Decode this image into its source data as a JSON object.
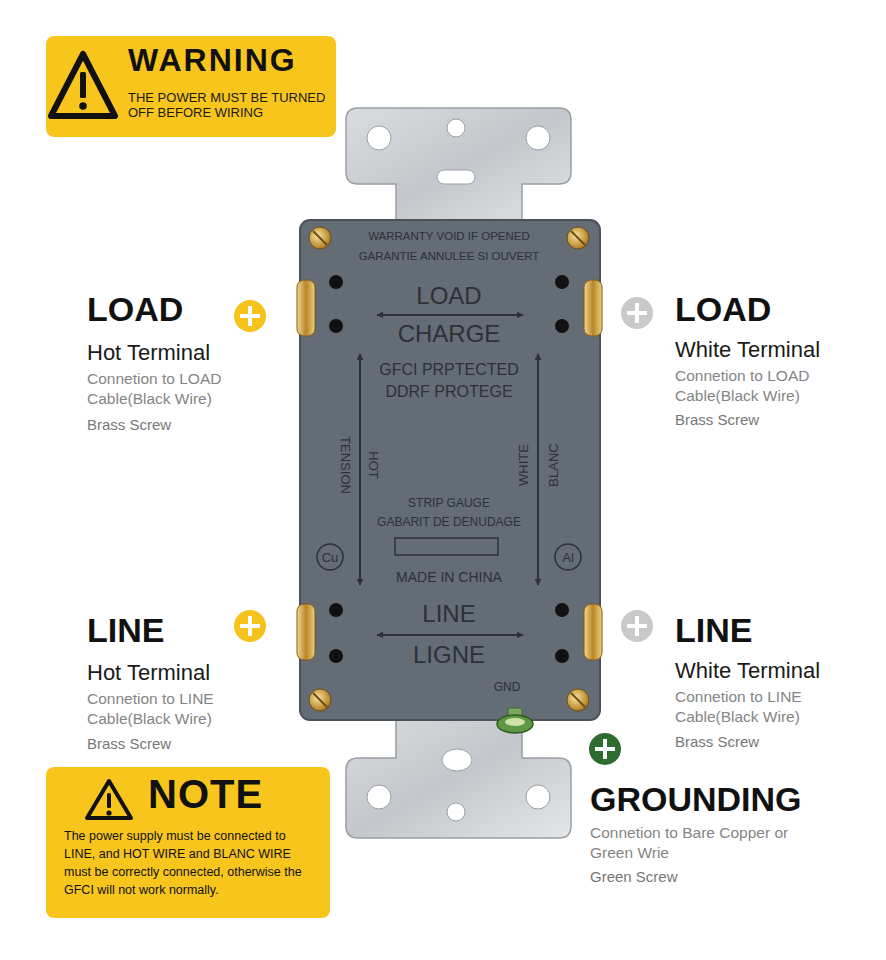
{
  "diagram": {
    "nodes": [
      {
        "text": [
          "WARNING",
          "THE POWER MUST BE TURNED OFF BEFORE WIRING"
        ]
      },
      {
        "text": [
          "WARRANTY VOID IF OPENED",
          "GARANTIE ANNULEE SI OUVERT",
          "LOAD",
          "CHARGE",
          "GFCI PRPTECTED",
          "DDRF PROTEGE",
          "TENSION",
          "HOT",
          "WHITE",
          "BLANC",
          "STRIP GAUGE",
          "GABARIT DE DENUDAGE",
          "Cu",
          "Al",
          "MADE IN CHINA",
          "LINE",
          "LIGNE",
          "GND"
        ]
      },
      {
        "text": [
          "NOTE",
          "The power supply must be connected to LINE, and HOT WIRE and BLANC WIRE must be correctly connected, otherwise the GFCI will not work normally."
        ]
      }
    ],
    "labels": [
      "LOAD",
      "Hot Terminal",
      "Connetion to LOAD Cable(Black Wire)",
      "Brass Screw",
      "LOAD",
      "White Terminal",
      "Connetion to LOAD Cable(Black Wire)",
      "Brass Screw",
      "LINE",
      "Hot Terminal",
      "Connetion to LINE Cable(Black Wire)",
      "Brass Screw",
      "LINE",
      "White Terminal",
      "Connetion to LINE Cable(Black Wire)",
      "Brass Screw",
      "GROUNDING",
      "Connetion to Bare Copper or Green Wrie",
      "Green Screw"
    ]
  }
}
